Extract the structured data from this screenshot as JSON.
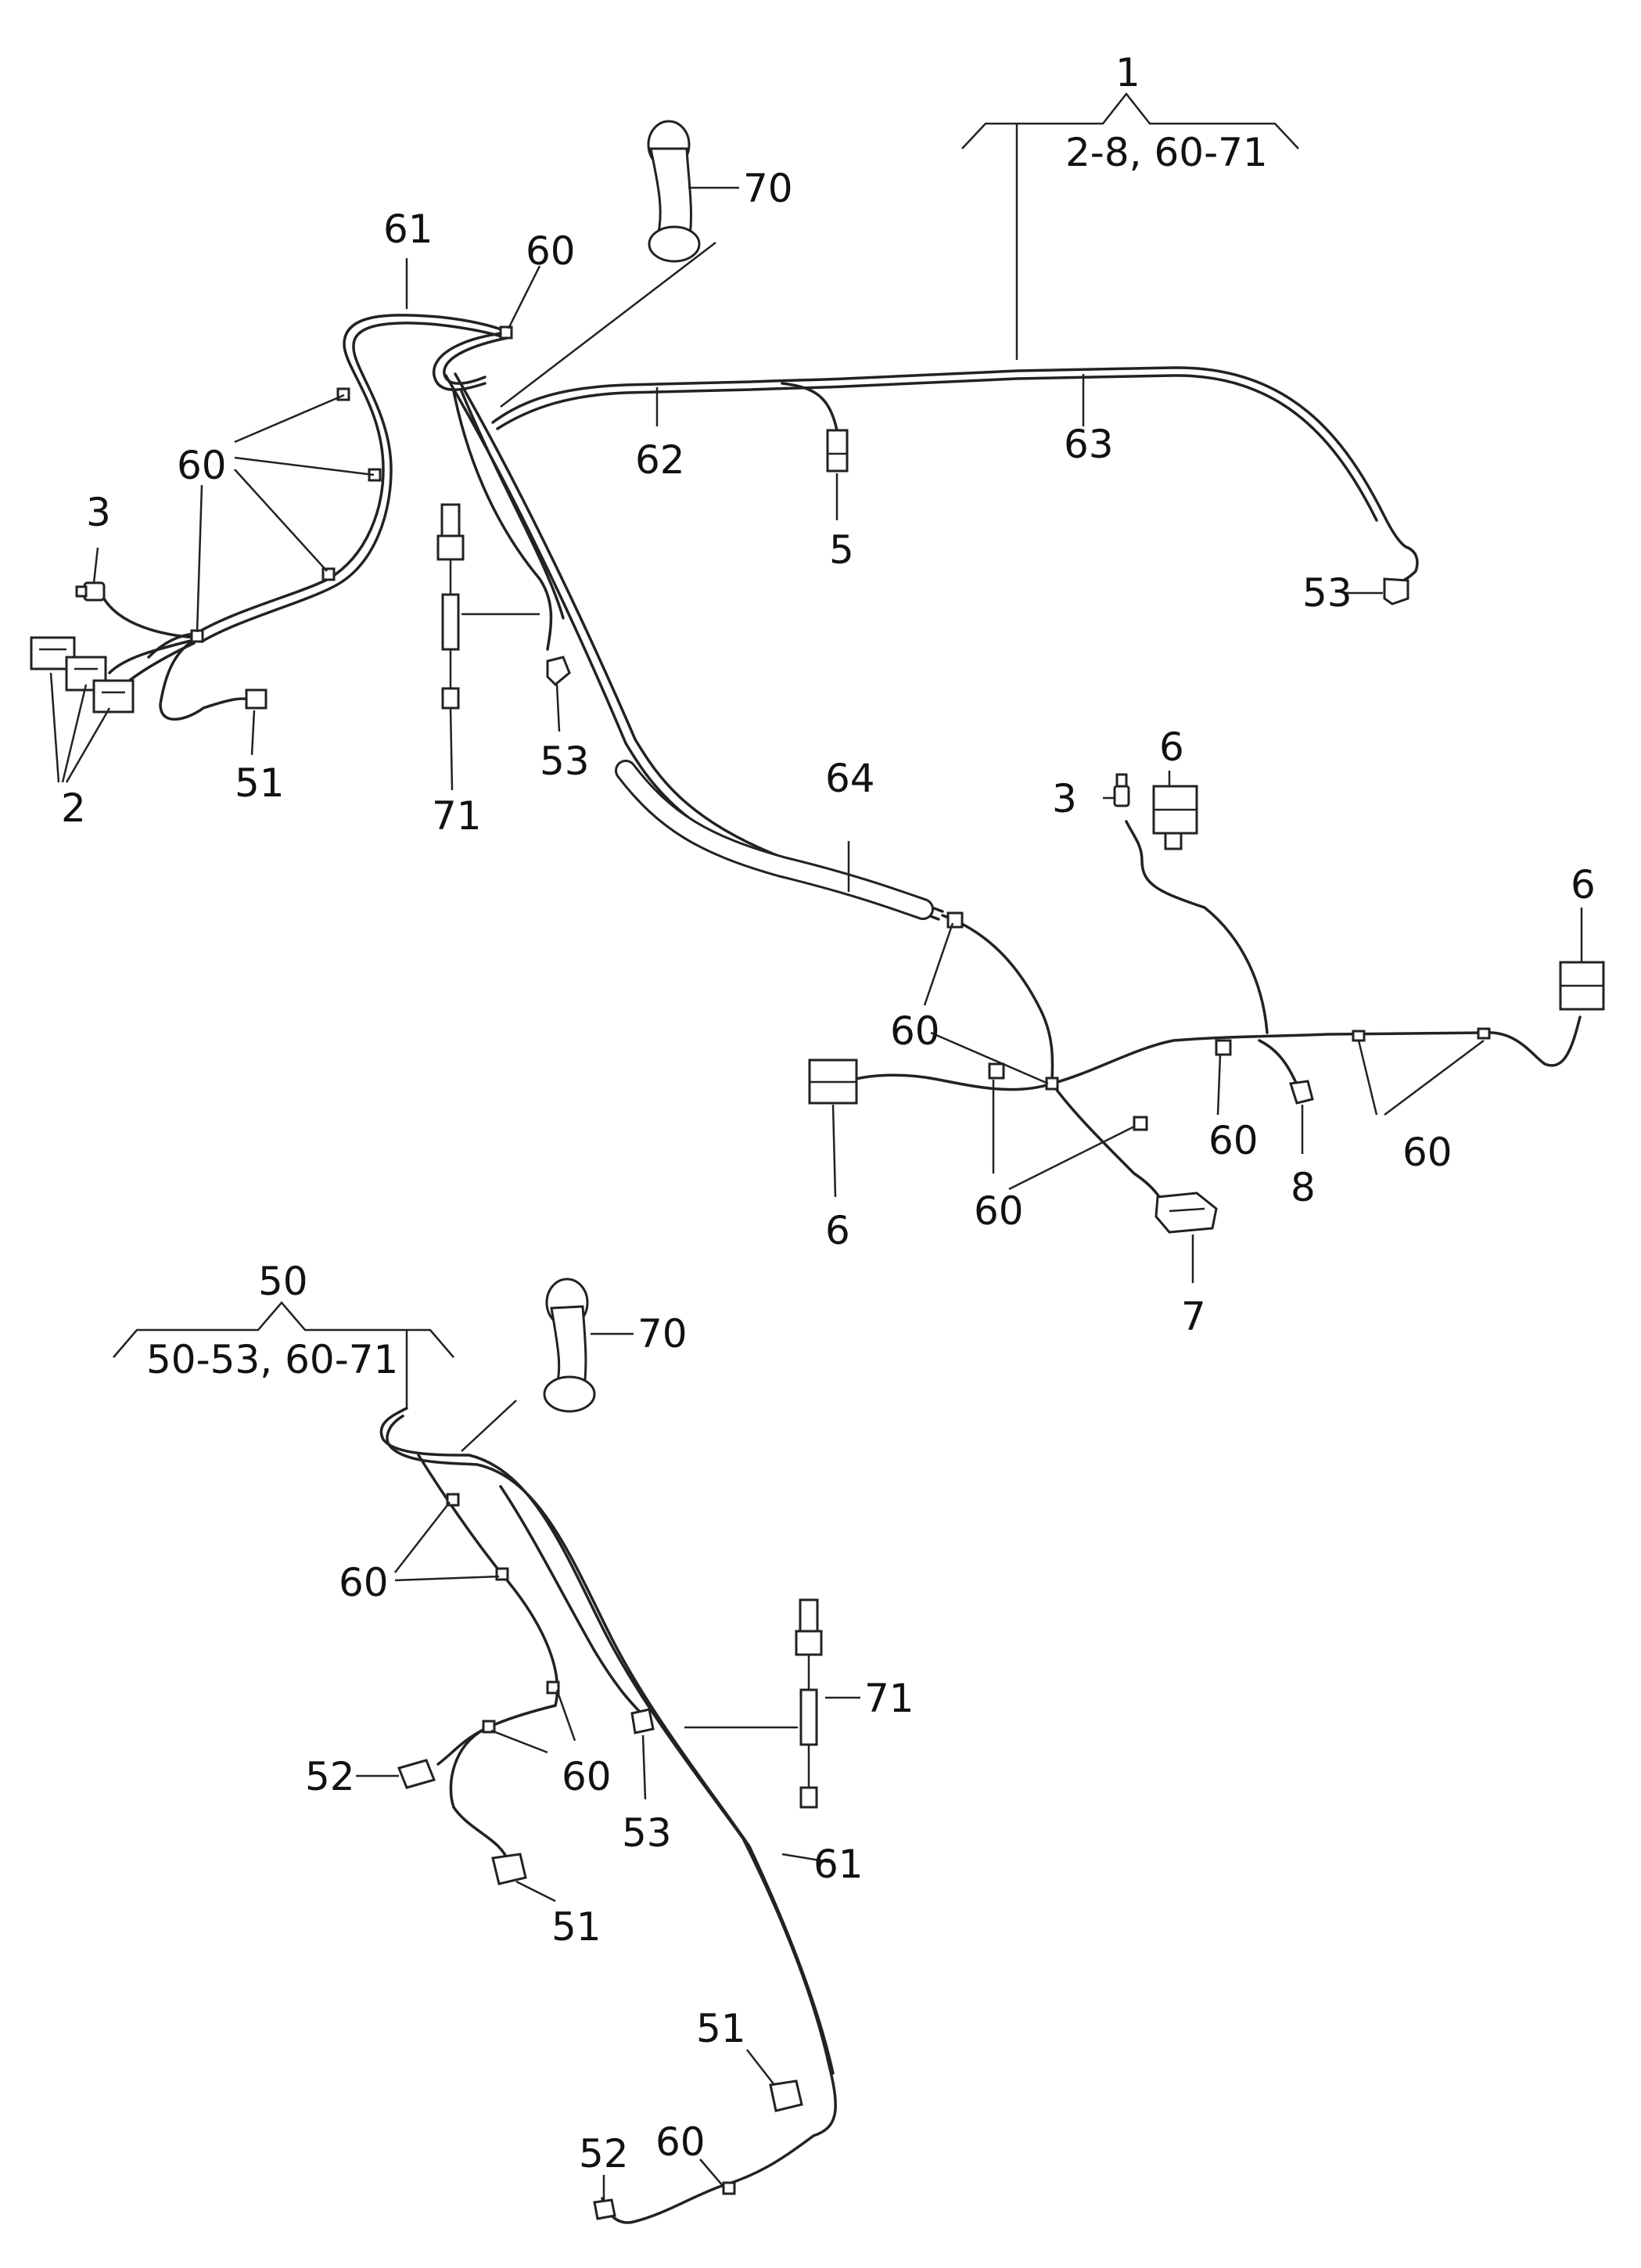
{
  "groups": {
    "g1": {
      "number": "1",
      "range": "2-8, 60-71"
    },
    "g50": {
      "number": "50",
      "range": "50-53, 60-71"
    }
  },
  "labels": {
    "l70a": "70",
    "l61a": "61",
    "l60a": "60",
    "l60b": "60",
    "l3a": "3",
    "l2": "2",
    "l51a": "51",
    "l71a": "71",
    "l53a": "53",
    "l62": "62",
    "l5": "5",
    "l63": "63",
    "l53b": "53",
    "l64": "64",
    "l3b": "3",
    "l6a": "6",
    "l6b": "6",
    "l60c": "60",
    "l60d": "60",
    "l60e": "60",
    "l6c": "6",
    "l8": "8",
    "l7": "7",
    "l60f": "60",
    "l70b": "70",
    "l60g": "60",
    "l71b": "71",
    "l52a": "52",
    "l60h": "60",
    "l53c": "53",
    "l51b": "51",
    "l61b": "61",
    "l51c": "51",
    "l60i": "60",
    "l52b": "52"
  }
}
